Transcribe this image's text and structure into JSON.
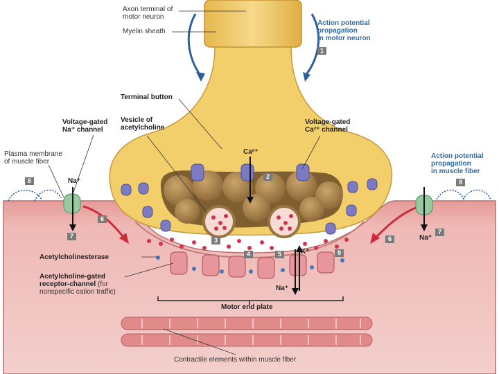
{
  "labels": {
    "axon_terminal": "Axon terminal of\nmotor neuron",
    "myelin_sheath": "Myelin sheath",
    "ap_motor": "Action potential\npropagation\nin motor neuron",
    "terminal_button": "Terminal button",
    "vg_na": "Voltage-gated\nNa⁺ channel",
    "vesicle_ach": "Vesicle of\nacetylcholine",
    "vg_ca": "Voltage-gated\nCa²⁺ channel",
    "plasma_membrane": "Plasma membrane\nof muscle fiber",
    "ap_muscle": "Action potential\npropagation\nin muscle fiber",
    "ca2": "Ca²⁺",
    "na_left": "Na⁺",
    "na_right": "Na⁺",
    "na_bottom": "Na⁺",
    "k_plus": "K⁺",
    "ache": "Acetylcholinesterase",
    "ach_receptor": "Acetylcholine-gated\nreceptor-channel",
    "ach_receptor_note": " (for\nnonspecific cation traffic)",
    "motor_end_plate": "Motor end plate",
    "contractile": "Contractile elements within muscle fiber"
  },
  "steps": [
    "1",
    "2",
    "3",
    "4",
    "5",
    "6",
    "6",
    "7",
    "7",
    "8",
    "8",
    "9"
  ],
  "colors": {
    "neuron": "#f2cf6a",
    "muscle": "#e9aaa8",
    "arrow_blue": "#2f5f9a",
    "arrow_red": "#cc2b3a",
    "label_blue": "#2f6aa3"
  }
}
